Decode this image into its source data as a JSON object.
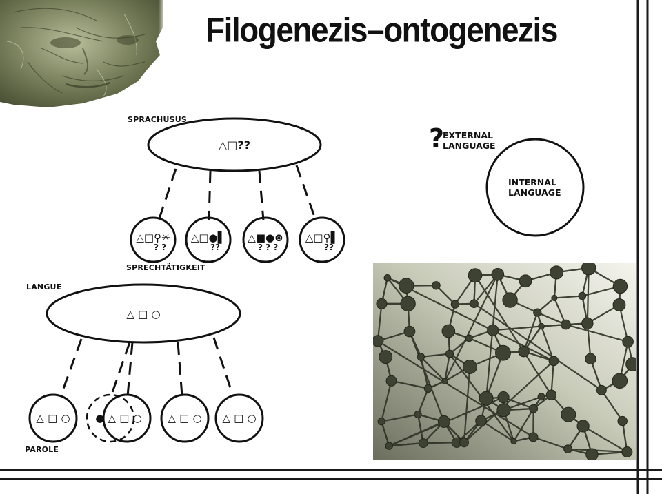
{
  "title": "Filogenezis–ontogenezis",
  "top_tree": {
    "label_top": "SPRACHUSUS",
    "root_symbols": "△□??",
    "label_bottom": "SPRECHTÄTIGKEIT",
    "nodes": [
      {
        "symbols": "△□⚲✳",
        "marks": "? ?"
      },
      {
        "symbols": "△□●▌",
        "marks": "??"
      },
      {
        "symbols": "△■●⊗",
        "marks": "? ? ?"
      },
      {
        "symbols": "△□⚲▌",
        "marks": "??"
      }
    ]
  },
  "bottom_tree": {
    "label_top": "LANGUE",
    "root_symbols": "△ □ ○",
    "label_bottom": "PAROLE",
    "nodes": [
      {
        "symbols": "△ □ ○"
      },
      {
        "symbols": "● △ □ ○"
      },
      {
        "symbols": "△ □ ○"
      },
      {
        "symbols": "△ □ ○"
      }
    ]
  },
  "language_diagram": {
    "question": "?",
    "external_line1": "EXTERNAL",
    "external_line2": "LANGUAGE",
    "internal_line1": "INTERNAL",
    "internal_line2": "LANGUAGE"
  },
  "colors": {
    "frame": "#1a1a1a",
    "network_bg_light": "#f2f2ea",
    "network_bg_dark": "#6b6e5c",
    "node": "#3d4233",
    "face_tone": "#6f7553"
  },
  "icons": [
    "face-photo",
    "neural-network-image"
  ]
}
